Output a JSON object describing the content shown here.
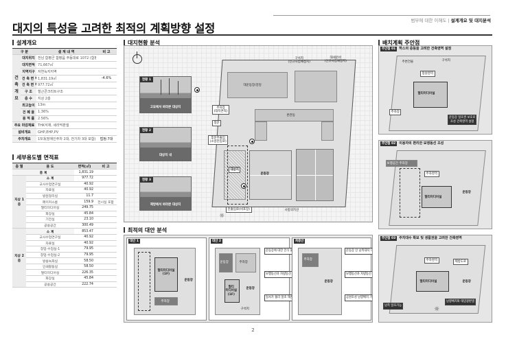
{
  "header": {
    "breadcrumb_prefix": "범부에 대한 이해도",
    "breadcrumb_current": "설계개요 및 대지분석",
    "title": "대지의 특성을 고려한 최적의 계획방향 설정"
  },
  "sections": {
    "overview": "설계개요",
    "site_status": "대지현황 분석",
    "layout_plan": "배치계획 주안점",
    "floor_area": "세부용도별 면적표",
    "optimal": "최적의 대안 분석"
  },
  "overview_table": {
    "headers": [
      "구 분",
      "설 계 내 역",
      "비 고"
    ],
    "group_label": "건 축 개 요",
    "rows": [
      {
        "label": "대지위치",
        "value": "전남 함평군 함평읍 주동대로 1072 (함평중앙초등학교 내)",
        "note": ""
      },
      {
        "label": "대지면적",
        "value": "71,667㎡",
        "note": ""
      },
      {
        "label": "지역지구",
        "value": "자연녹지지역",
        "note": ""
      },
      {
        "label": "건 축 면 적",
        "value": "1,831.19㎡",
        "note": "-4.6%"
      },
      {
        "label": "건 축 면 적",
        "value": "977.72㎡",
        "note": ""
      },
      {
        "label": "구 조",
        "value": "철근콘크리트구조",
        "note": ""
      },
      {
        "label": "층 수",
        "value": "지상 2층",
        "note": ""
      },
      {
        "label": "최고높이",
        "value": "13m",
        "note": ""
      },
      {
        "label": "건 폐 율",
        "value": "1.36%",
        "note": ""
      },
      {
        "label": "용 적 률",
        "value": "2.56%",
        "note": ""
      }
    ],
    "extra_rows": [
      {
        "label": "주요 마감재료",
        "value": "THK석재, 세라믹판넬",
        "note": ""
      },
      {
        "label": "설비개요",
        "value": "GHP,EHP,PV",
        "note": ""
      },
      {
        "label": "주차개요",
        "value": "15대(장애인주차 2대, 전기차 3대 포함)",
        "note": "법정:7대"
      }
    ]
  },
  "area_table": {
    "headers": [
      "층 별",
      "용 도",
      "면적(㎡)",
      "비 고"
    ],
    "total_label": "총 계",
    "total_value": "1,831.19",
    "floors": [
      {
        "floor": "지상 1층",
        "subtotal_label": "소 계",
        "subtotal": "977.72",
        "rows": [
          {
            "use": "교사수업연구실",
            "area": "40.92",
            "note": ""
          },
          {
            "use": "자료실",
            "area": "40.92",
            "note": ""
          },
          {
            "use": "방원정리실",
            "area": "11.7",
            "note": ""
          },
          {
            "use": "메이커스룸",
            "area": "159.9",
            "note": "전시실 포함"
          },
          {
            "use": "멀티미디어실",
            "area": "249.75",
            "note": ""
          },
          {
            "use": "화장실",
            "area": "45.84",
            "note": ""
          },
          {
            "use": "기전실",
            "area": "23.10",
            "note": ""
          },
          {
            "use": "공용공간",
            "area": "300.49",
            "note": ""
          }
        ]
      },
      {
        "floor": "지상 2층",
        "subtotal_label": "소 계",
        "subtotal": "853.47",
        "rows": [
          {
            "use": "교사수업연구실",
            "area": "40.92",
            "note": ""
          },
          {
            "use": "자료실",
            "area": "40.92",
            "note": ""
          },
          {
            "use": "창업·수업실-1",
            "area": "79.95",
            "note": ""
          },
          {
            "use": "창업·수업실-2",
            "area": "79.95",
            "note": ""
          },
          {
            "use": "방송녹화실",
            "area": "58.50",
            "note": ""
          },
          {
            "use": "인쇄활동실",
            "area": "58.50",
            "note": ""
          },
          {
            "use": "멀티미디어실",
            "area": "226.35",
            "note": ""
          },
          {
            "use": "화장실",
            "area": "45.84",
            "note": ""
          },
          {
            "use": "공용공간",
            "area": "222.74",
            "note": ""
          }
        ]
      }
    ]
  },
  "photos": [
    {
      "tag": "현황 1",
      "caption": "고요에서 바라본 대상지"
    },
    {
      "tag": "현황 2",
      "caption": "대상지 내"
    },
    {
      "tag": "현황 3",
      "caption": "제방에서 바라본 대상지"
    }
  ],
  "site_labels": {
    "school_north": "구석지\n(신규사업예정지)",
    "daejon": "대세운비\n(신규사업예정지)",
    "gym": "대운동장/강당",
    "main_bldg": "본관동",
    "entrance_lot": "주차장\n(대지면적)",
    "gate": "정문",
    "side_entrance": "후문주출입\n(소방진입로)",
    "target": "대상지",
    "playground": "운동장",
    "access_road": "진출입로(비포장)",
    "south_view": "사방의지선"
  },
  "alternatives": [
    {
      "tag": "대안 1",
      "labels": {
        "building": "멀티미디어실\n(1F)",
        "parking": "주차장",
        "field": "운동장"
      },
      "notes": []
    },
    {
      "tag": "대안 2",
      "labels": {
        "building": "멀티\n미디어실\n(1F)",
        "gate": "운동장",
        "parking": "주차장",
        "field": "운동장",
        "main": "구석지"
      },
      "notes": [
        "운동장에 대한 인식 불리 남대지관계 불리",
        "보행동선과 차량동선 분리 보행공간 협소",
        "일사가 불리 일조 해손 및 주야 교류 불리"
      ]
    },
    {
      "tag": "최종안",
      "labels": {
        "building": "주차장",
        "field": "운동장"
      },
      "notes": [
        "운동장 인 남측대지 다양한 공간",
        "보행동선과 차량동선 분리 명확 보행공간 확보",
        "공원조성 남향배치 가능"
      ]
    }
  ],
  "plan_points": [
    {
      "tag": "주안점 01",
      "title": "하스의 층등을 고려한 건축영역 설정",
      "labels": [
        "주변건물",
        "정원영역",
        "멀티미디어실",
        "주차장",
        "구석지"
      ],
      "note": "운동장 일조권 보호로\n조성 건축영역 설정"
    },
    {
      "tag": "주안점 02",
      "title": "이용자의 편리한 보행동선 조성",
      "labels": [
        "보행공간 주차장",
        "주차영역",
        "멀티미디어실",
        "운동장"
      ],
      "note": ""
    },
    {
      "tag": "주안점 03",
      "title": "주차대수 확보 및 생활권을 고려한 건축영역",
      "labels": [
        "주차영역",
        "제방도로",
        "운동장",
        "멀티미디어실"
      ],
      "note": "남향배치와 태양광판넬",
      "note2": "남측 일조가능"
    }
  ],
  "page_number": "2"
}
